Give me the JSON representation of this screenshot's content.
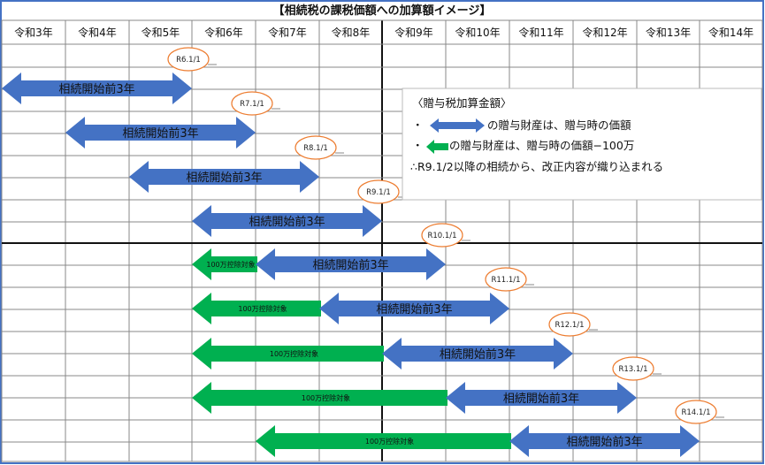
{
  "title": "【相続税の課税価額への加算額イメージ】",
  "years": [
    "令和3年",
    "令和4年",
    "令和5年",
    "令和6年",
    "令和7年",
    "令和8年",
    "令和9年",
    "令和10年",
    "令和11年",
    "令和12年",
    "令和13年",
    "令和14年"
  ],
  "scenarios": [
    {
      "date": "R6.1/1",
      "blue_label": "相続開始前3年",
      "green_label": ""
    },
    {
      "date": "R7.1/1",
      "blue_label": "相続開始前3年",
      "green_label": ""
    },
    {
      "date": "R8.1/1",
      "blue_label": "相続開始前3年",
      "green_label": ""
    },
    {
      "date": "R9.1/1",
      "blue_label": "相続開始前3年",
      "green_label": ""
    },
    {
      "date": "R10.1/1",
      "blue_label": "相続開始前3年",
      "green_label": "100万控除対象"
    },
    {
      "date": "R11.1/1",
      "blue_label": "相続開始前3年",
      "green_label": "100万控除対象"
    },
    {
      "date": "R12.1/1",
      "blue_label": "相続開始前3年",
      "green_label": "100万控除対象"
    },
    {
      "date": "R13.1/1",
      "blue_label": "相続開始前3年",
      "green_label": "100万控除対象"
    },
    {
      "date": "R14.1/1",
      "blue_label": "相続開始前3年",
      "green_label": "100万控除対象"
    }
  ],
  "legend": {
    "heading": "〈贈与税加算金額〉",
    "bullet": "・",
    "line1": "の贈与財産は、贈与時の価額",
    "line2": "の贈与財産は、贈与時の価額−100万",
    "line3": "∴R9.1/2以降の相続から、改正内容が織り込まれる"
  },
  "colors": {
    "blue": "#4472C4",
    "green": "#00B050",
    "ellipse_stroke": "#ED7D31",
    "border": "#4472C4"
  }
}
